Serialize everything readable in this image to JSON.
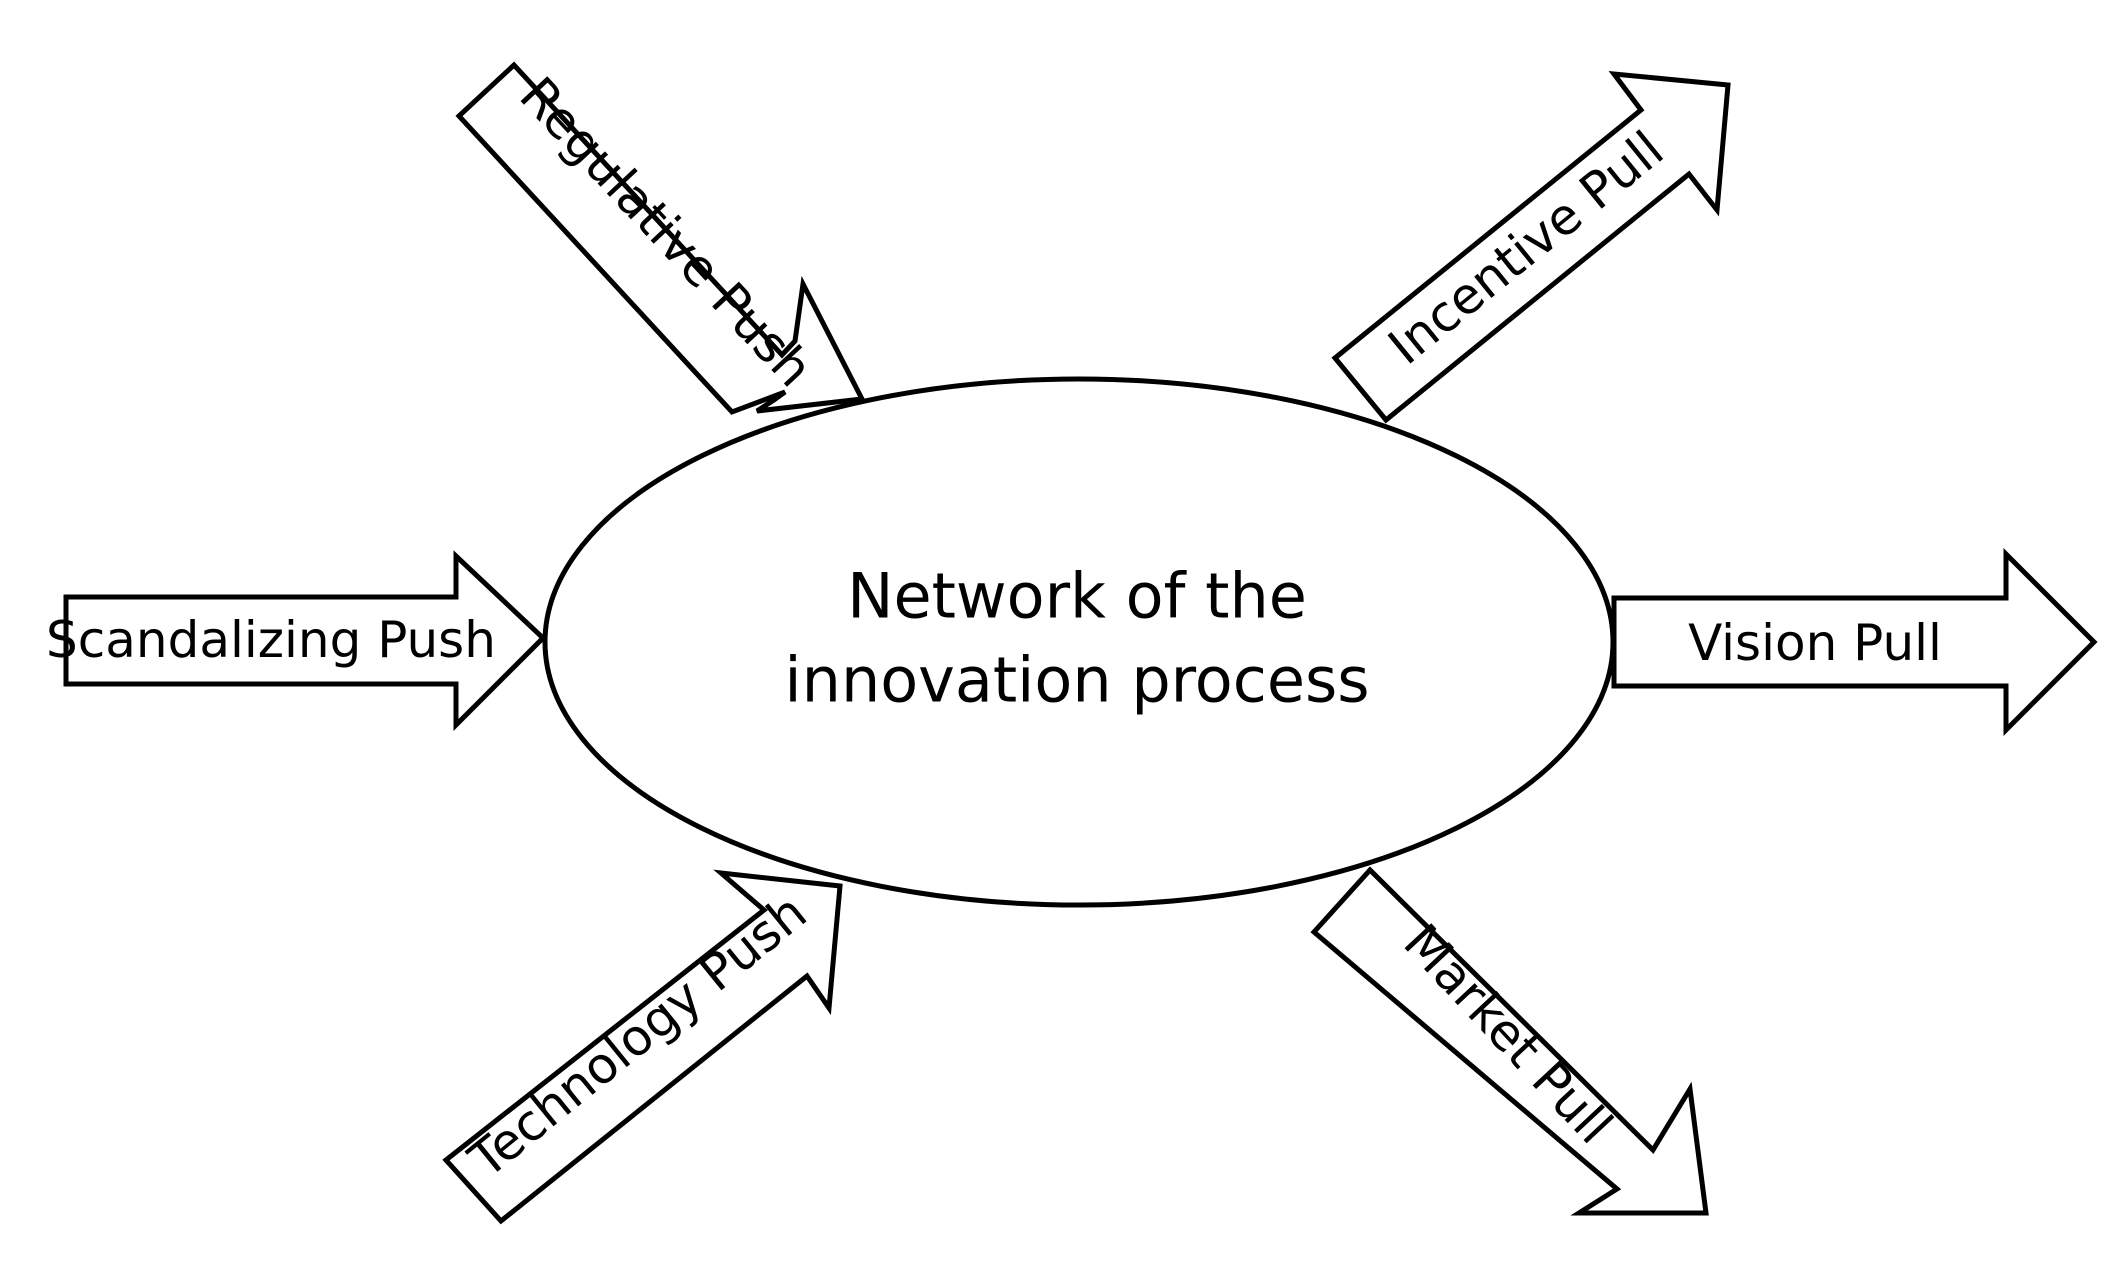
{
  "diagram": {
    "hub": {
      "line1": "Network of the",
      "line2": "innovation process"
    },
    "arrows": [
      {
        "id": "regulative-push",
        "label": "Regulative Push",
        "kind": "push"
      },
      {
        "id": "scandalizing-push",
        "label": "Scandalizing Push",
        "kind": "push"
      },
      {
        "id": "technology-push",
        "label": "Technology Push",
        "kind": "push"
      },
      {
        "id": "incentive-pull",
        "label": "Incentive Pull",
        "kind": "pull"
      },
      {
        "id": "vision-pull",
        "label": "Vision Pull",
        "kind": "pull"
      },
      {
        "id": "market-pull",
        "label": "Market Pull",
        "kind": "pull"
      }
    ]
  }
}
